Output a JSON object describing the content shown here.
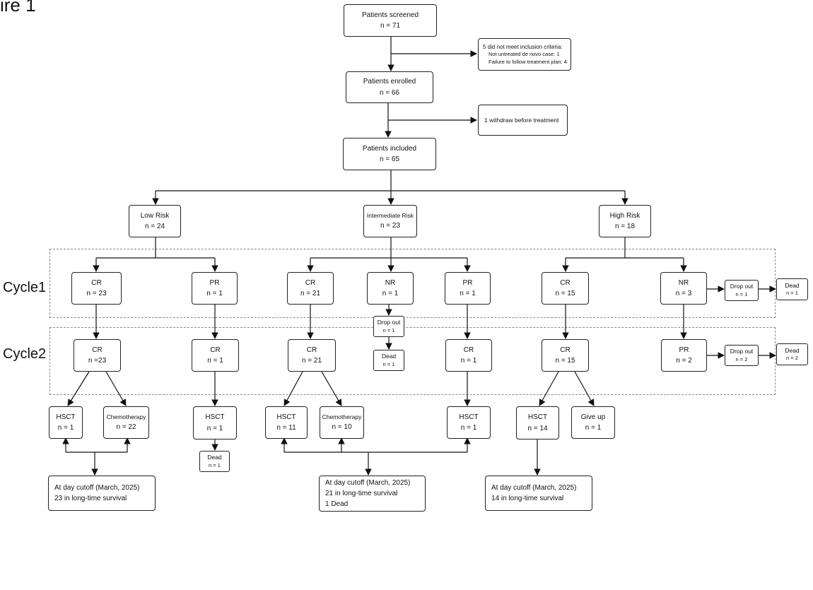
{
  "figure_title": "ire 1",
  "side_labels": {
    "cycle1": "Cycle1",
    "cycle2": "Cycle2"
  },
  "nodes": {
    "screened": {
      "label": "Patients screened",
      "n": "n = 71"
    },
    "exclusion": {
      "title": "5 did not meet inclusion criteria:",
      "line1": "Not untreated de novo case: 1",
      "line2": "Failure to follow treatment plan: 4"
    },
    "enrolled": {
      "label": "Patients enrolled",
      "n": "n = 66"
    },
    "withdraw": {
      "text": "1 withdraw before treatment"
    },
    "included": {
      "label": "Patients included",
      "n": "n = 65"
    },
    "low_risk": {
      "label": "Low Risk",
      "n": "n = 24"
    },
    "int_risk": {
      "label": "Intermediate Risk",
      "n": "n = 23"
    },
    "high_risk": {
      "label": "High Risk",
      "n": "n = 18"
    },
    "lr_c1_cr": {
      "label": "CR",
      "n": "n = 23"
    },
    "lr_c1_pr": {
      "label": "PR",
      "n": "n = 1"
    },
    "ir_c1_cr": {
      "label": "CR",
      "n": "n = 21"
    },
    "ir_c1_nr": {
      "label": "NR",
      "n": "n = 1"
    },
    "ir_c1_pr": {
      "label": "PR",
      "n": "n = 1"
    },
    "hr_c1_cr": {
      "label": "CR",
      "n": "n = 15"
    },
    "hr_c1_nr": {
      "label": "NR",
      "n": "n = 3"
    },
    "hr_c1_drop": {
      "label": "Drop out",
      "n": "n = 1"
    },
    "hr_c1_dead": {
      "label": "Dead",
      "n": "n = 1"
    },
    "ir_drop": {
      "label": "Drop out",
      "n": "n = 1"
    },
    "ir_dead": {
      "label": "Dead",
      "n": "n = 1"
    },
    "lr_c2_cr": {
      "label": "CR",
      "n": "n =23"
    },
    "lr_c2_cr2": {
      "label": "CR",
      "n": "n = 1"
    },
    "ir_c2_cr": {
      "label": "CR",
      "n": "n = 21"
    },
    "ir_c2_cr2": {
      "label": "CR",
      "n": "n = 1"
    },
    "hr_c2_cr": {
      "label": "CR",
      "n": "n = 15"
    },
    "hr_c2_pr": {
      "label": "PR",
      "n": "n = 2"
    },
    "hr_c2_drop": {
      "label": "Drop out",
      "n": "n = 2"
    },
    "hr_c2_dead": {
      "label": "Dead",
      "n": "n = 2"
    },
    "lr_hsct": {
      "label": "HSCT",
      "n": "n = 1"
    },
    "lr_chemo": {
      "label": "Chemotherapy",
      "n": "n = 22"
    },
    "lr2_hsct": {
      "label": "HSCT",
      "n": "n = 1"
    },
    "lr2_dead": {
      "label": "Dead",
      "n": "n = 1"
    },
    "ir_hsct": {
      "label": "HSCT",
      "n": "n = 11"
    },
    "ir_chemo": {
      "label": "Chemotherapy",
      "n": "n = 10"
    },
    "ir2_hsct": {
      "label": "HSCT",
      "n": "n = 1"
    },
    "hr_hsct": {
      "label": "HSCT",
      "n": "n = 14"
    },
    "hr_giveup": {
      "label": "Give up",
      "n": "n = 1"
    },
    "lr_cutoff": {
      "line1": "At day cutoff (March, 2025)",
      "line2": "23 in long-time survival"
    },
    "ir_cutoff": {
      "line1": "At day cutoff (March, 2025)",
      "line2": "21 in long-time survival",
      "line3": "1 Dead"
    },
    "hr_cutoff": {
      "line1": "At day cutoff (March, 2025)",
      "line2": "14 in long-time survival"
    }
  }
}
